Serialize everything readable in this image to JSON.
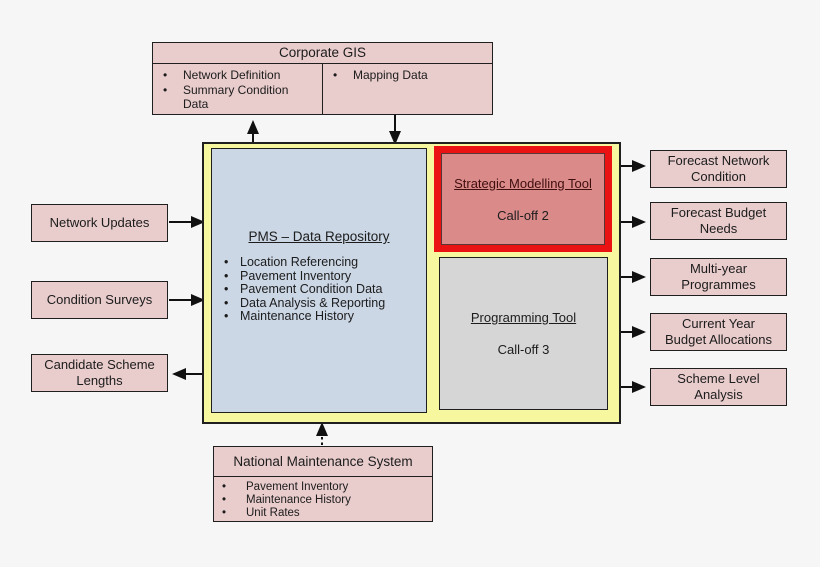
{
  "glyphs": {
    "bullet": "•"
  },
  "colors": {
    "background": "#f6f6f6",
    "box_pink": "#e9cccc",
    "container_yellow": "#f7f7a0",
    "repository_blue": "#ccd7e6",
    "strategic_fill": "#db8a8a",
    "strategic_border": "#ea1212",
    "programming_gray": "#d6d6d6",
    "line_black": "#111111"
  },
  "corporate_gis": {
    "title": "Corporate GIS",
    "left_bullets": [
      "Network Definition",
      "Summary Condition\nData"
    ],
    "right_bullets": [
      "Mapping Data"
    ]
  },
  "pms_repository": {
    "title": "PMS – Data Repository",
    "bullets": [
      "Location Referencing",
      "Pavement Inventory",
      "Pavement Condition Data",
      "Data Analysis & Reporting",
      "Maintenance History"
    ]
  },
  "strategic_modelling_tool": {
    "title": "Strategic Modelling Tool",
    "subtitle": "Call-off 2"
  },
  "programming_tool": {
    "title": "Programming Tool",
    "subtitle": "Call-off 3"
  },
  "inputs": [
    "Network Updates",
    "Condition Surveys",
    "Candidate Scheme\nLengths"
  ],
  "outputs": [
    "Forecast Network\nCondition",
    "Forecast Budget\nNeeds",
    "Multi-year\nProgrammes",
    "Current Year\nBudget Allocations",
    "Scheme Level\nAnalysis"
  ],
  "national_maintenance_system": {
    "title": "National Maintenance System",
    "bullets": [
      "Pavement Inventory",
      "Maintenance History",
      "Unit Rates"
    ]
  }
}
